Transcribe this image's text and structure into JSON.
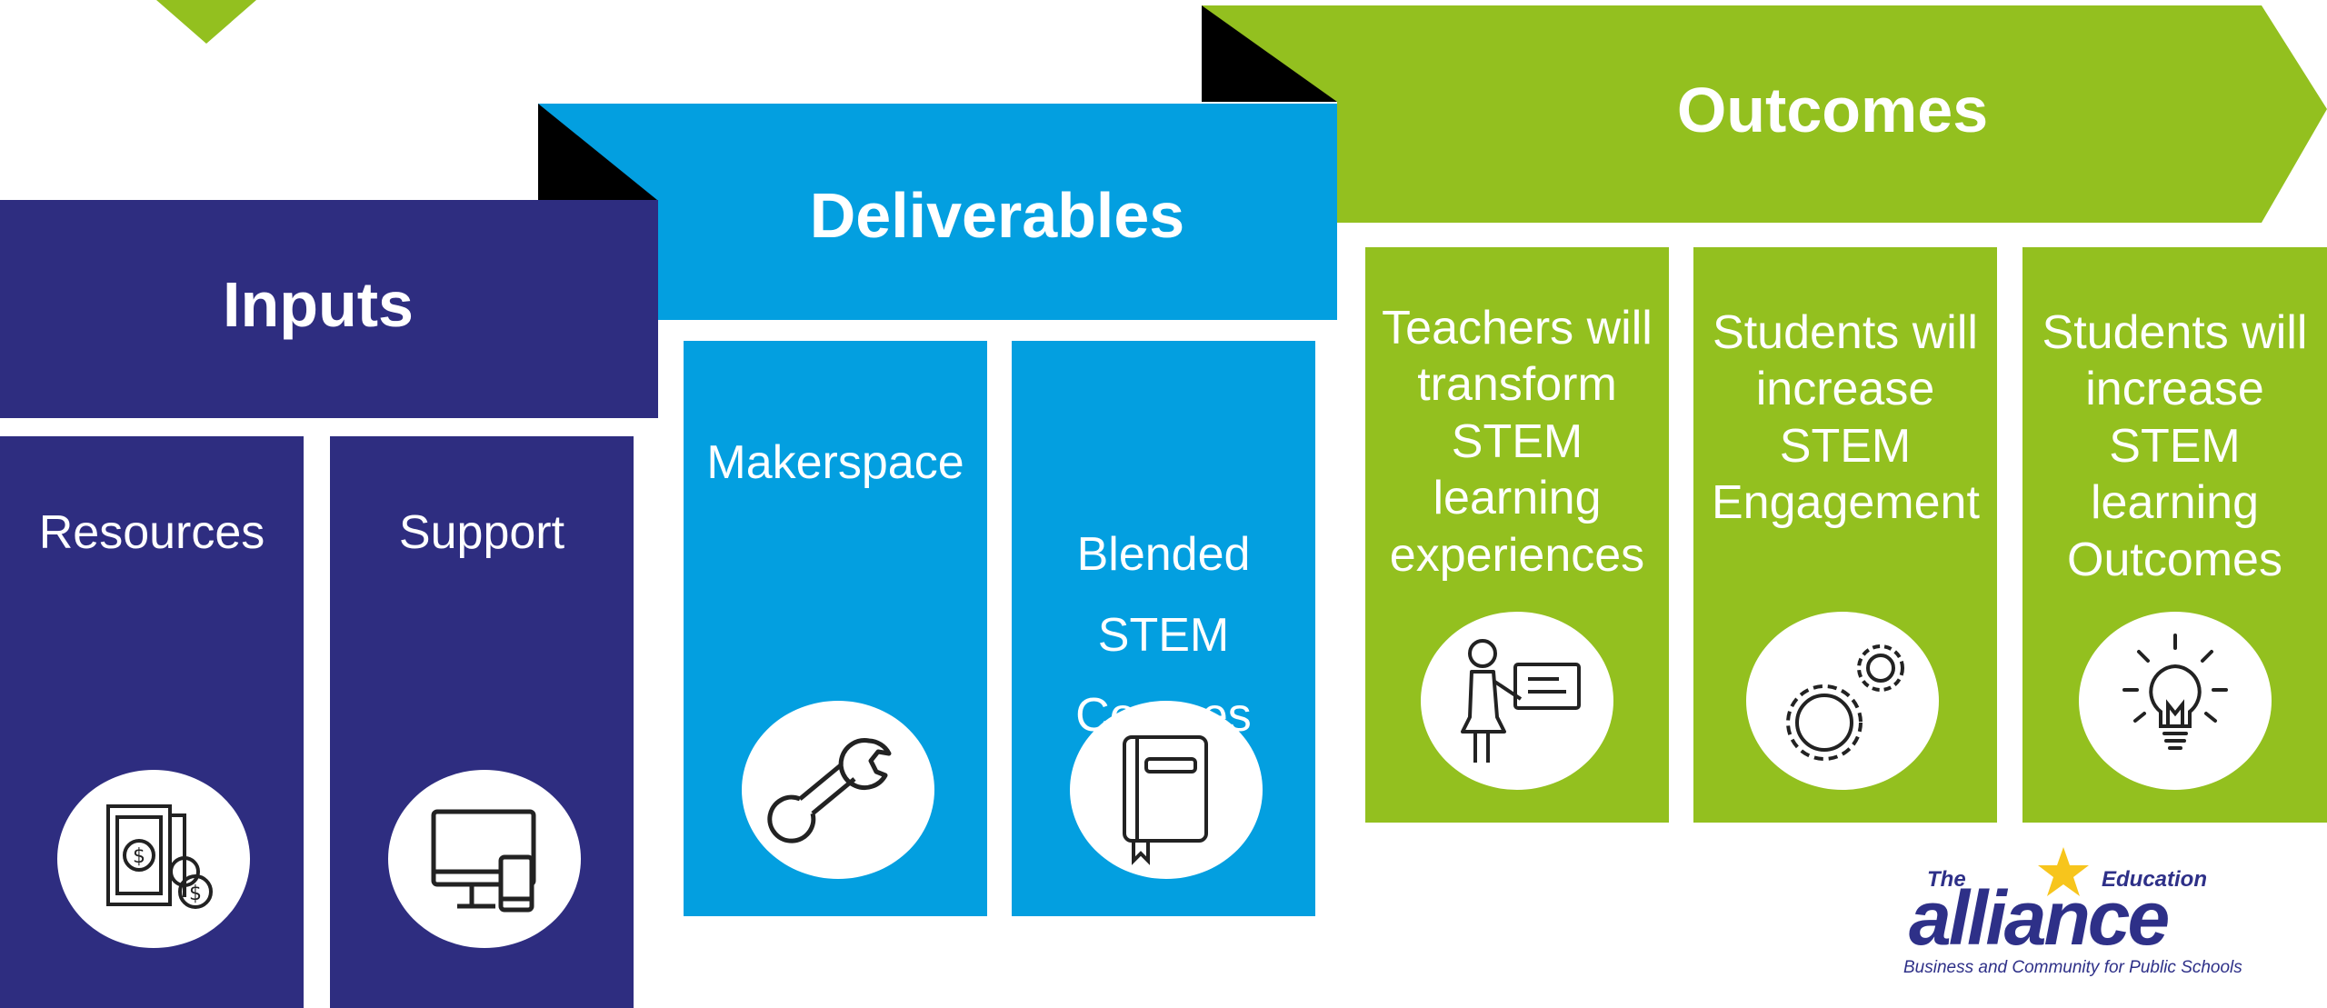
{
  "colors": {
    "inputs": "#2e2d80",
    "deliverables": "#039fe0",
    "outcomes": "#93c01f",
    "fold": "#000000",
    "logo_blue": "#2e3088",
    "logo_star": "#f7c51c"
  },
  "headers": {
    "inputs": "Inputs",
    "deliverables": "Deliverables",
    "outcomes": "Outcomes"
  },
  "inputs": [
    {
      "label": "Resources",
      "icon": "money-icon"
    },
    {
      "label": "Support",
      "icon": "computer-devices-icon"
    }
  ],
  "deliverables": [
    {
      "label": "Makerspace",
      "icon": "wrench-icon"
    },
    {
      "label": "Blended\nSTEM\nCourses",
      "icon": "book-icon"
    }
  ],
  "outcomes": [
    {
      "label": "Teachers will transform STEM learning experiences",
      "icon": "teacher-board-icon"
    },
    {
      "label": "Students will increase STEM Engagement",
      "icon": "gears-icon"
    },
    {
      "label": "Students will increase STEM learning Outcomes",
      "icon": "lightbulb-icon"
    }
  ],
  "logo": {
    "the": "The",
    "education": "Education",
    "name": "alliance",
    "tagline": "Business and Community for Public Schools"
  }
}
